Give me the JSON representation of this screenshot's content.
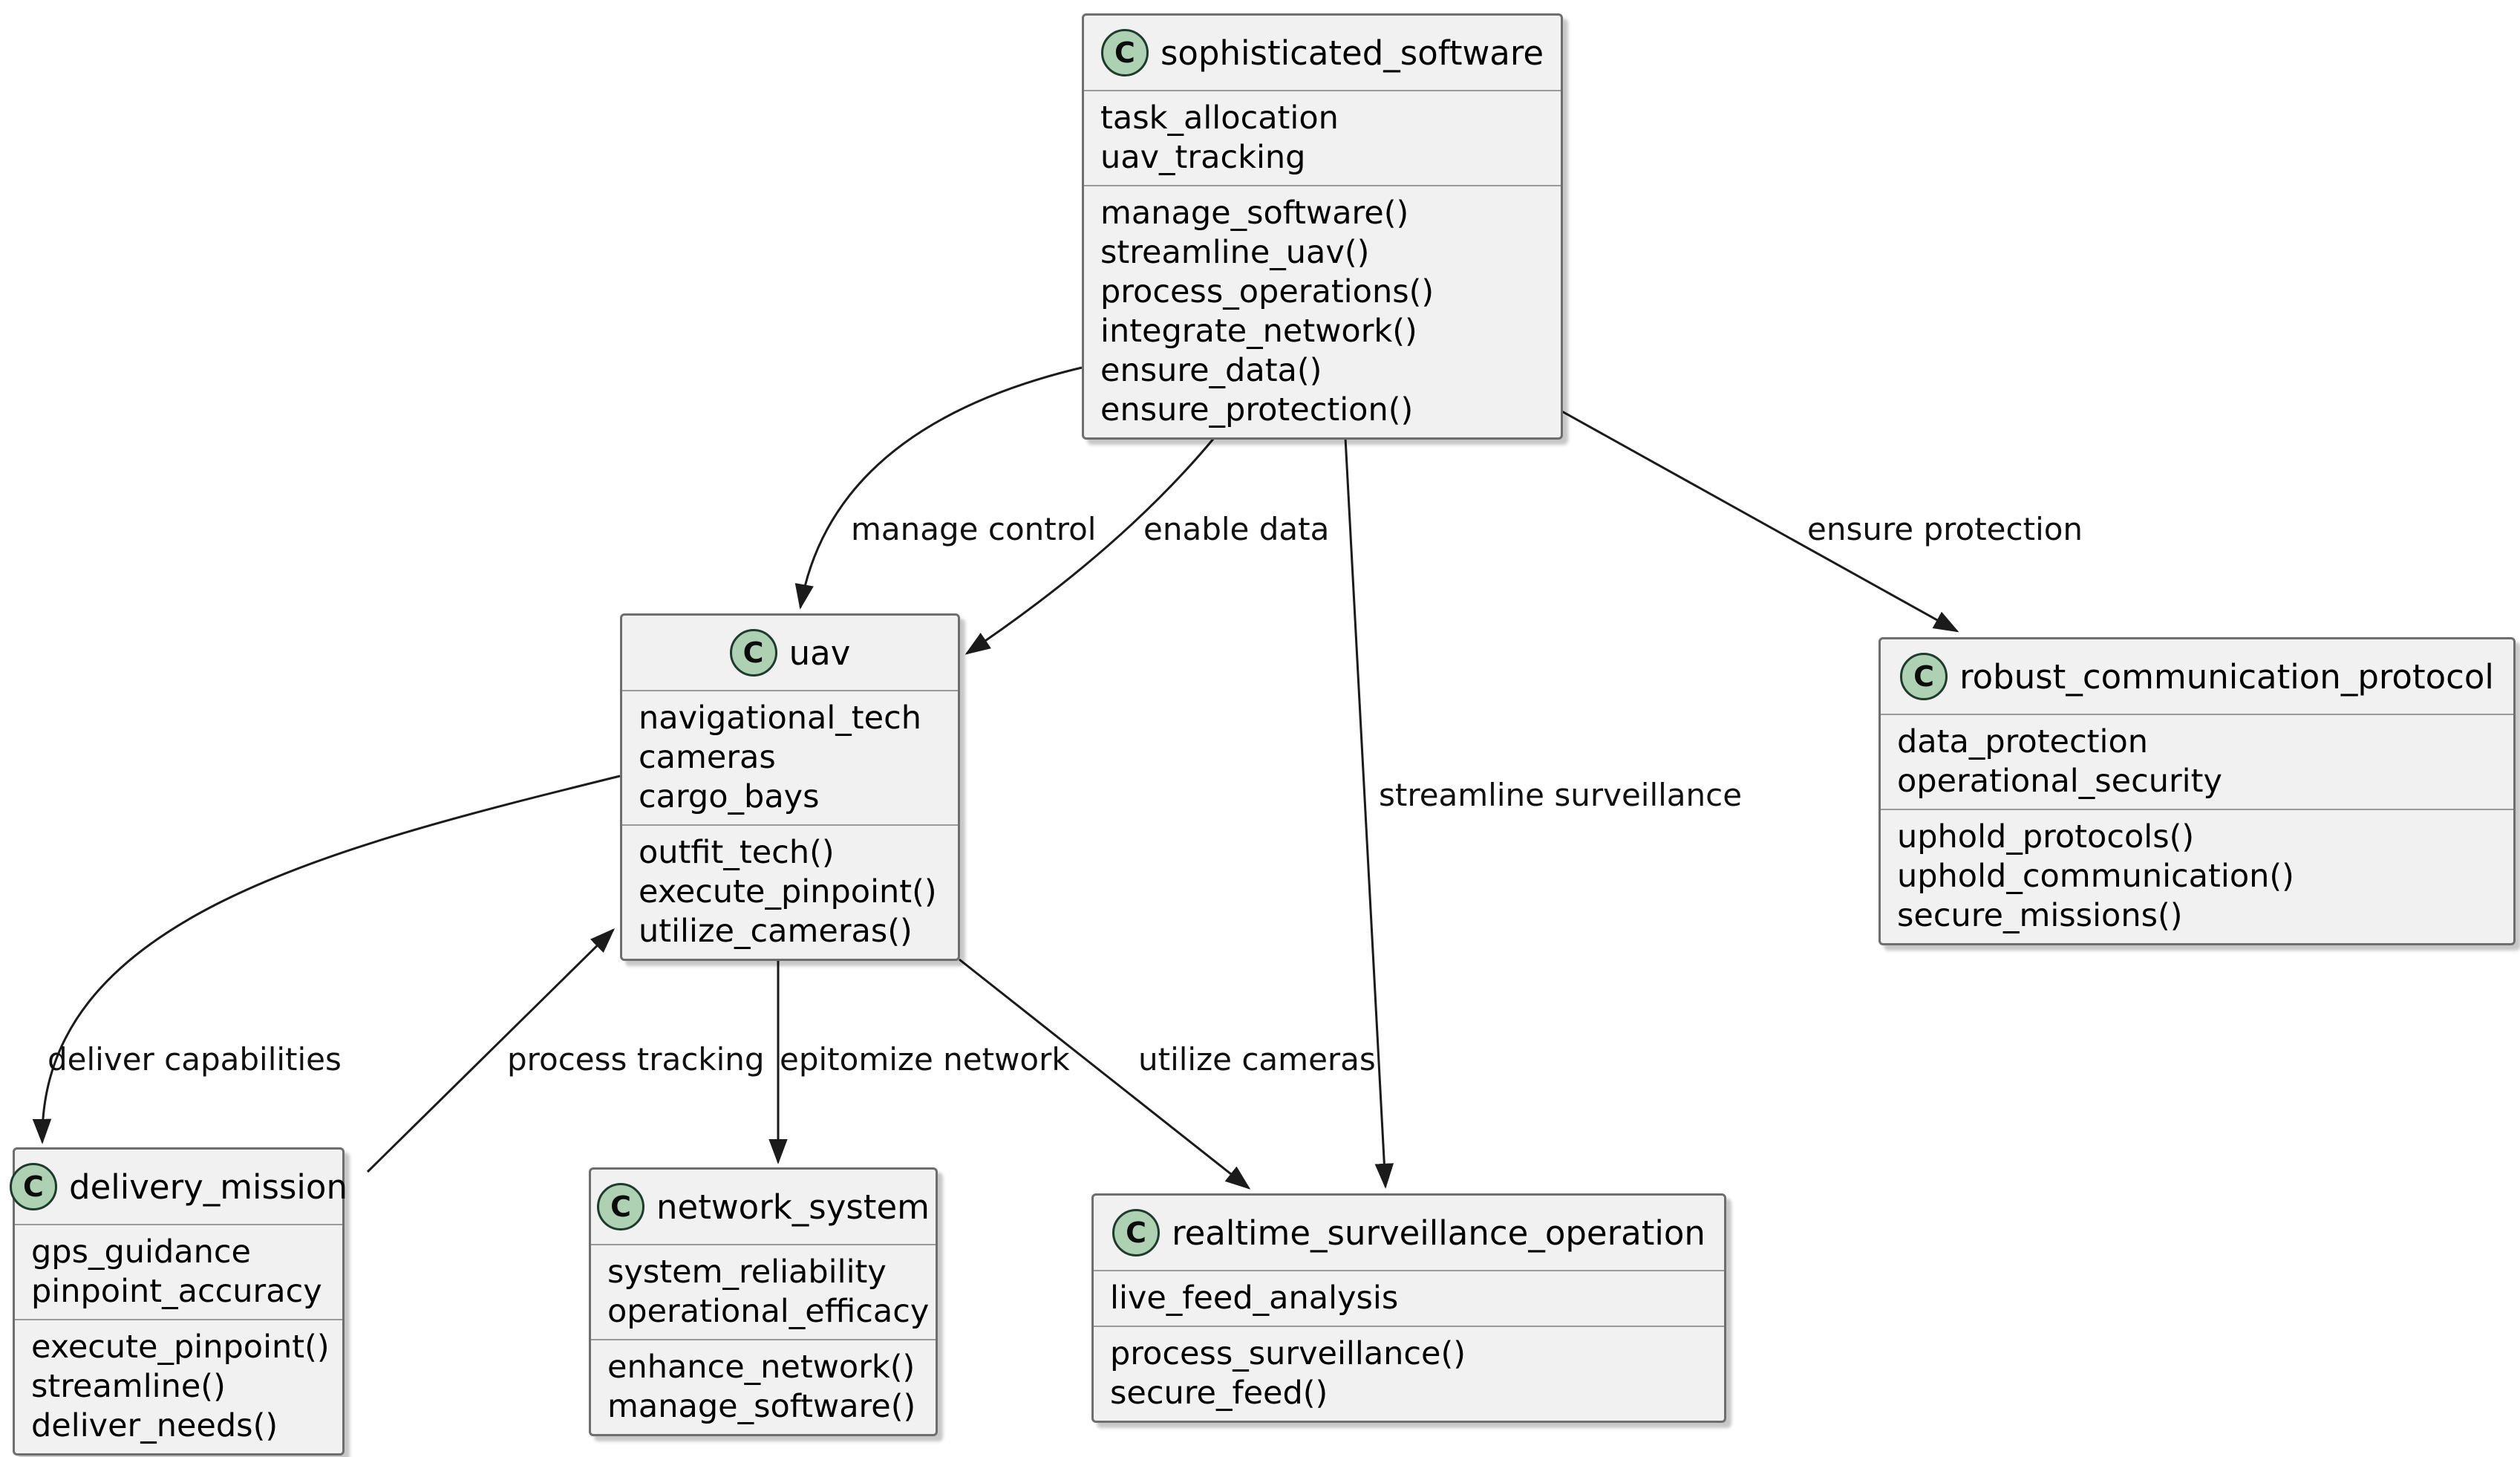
{
  "diagram": {
    "type": "uml-class-diagram",
    "stereotype_letter": "C",
    "colors": {
      "class_fill": "#f1f1f1",
      "class_border": "#6e6e6e",
      "compartment_divider": "#9a9a9a",
      "stereotype_circle_fill": "#add1b2",
      "stereotype_circle_border": "#1f3b2c",
      "edge": "#1b1b1b",
      "background": "#ffffff",
      "text": "#000000"
    },
    "classes": [
      {
        "name": "sophisticated_software",
        "attributes": [
          "task_allocation",
          "uav_tracking"
        ],
        "methods": [
          "manage_software()",
          "streamline_uav()",
          "process_operations()",
          "integrate_network()",
          "ensure_data()",
          "ensure_protection()"
        ]
      },
      {
        "name": "uav",
        "attributes": [
          "navigational_tech",
          "cameras",
          "cargo_bays"
        ],
        "methods": [
          "outfit_tech()",
          "execute_pinpoint()",
          "utilize_cameras()"
        ]
      },
      {
        "name": "robust_communication_protocol",
        "attributes": [
          "data_protection",
          "operational_security"
        ],
        "methods": [
          "uphold_protocols()",
          "uphold_communication()",
          "secure_missions()"
        ]
      },
      {
        "name": "delivery_mission",
        "attributes": [
          "gps_guidance",
          "pinpoint_accuracy"
        ],
        "methods": [
          "execute_pinpoint()",
          "streamline()",
          "deliver_needs()"
        ]
      },
      {
        "name": "network_system",
        "attributes": [
          "system_reliability",
          "operational_efficacy"
        ],
        "methods": [
          "enhance_network()",
          "manage_software()"
        ]
      },
      {
        "name": "realtime_surveillance_operation",
        "attributes": [
          "live_feed_analysis"
        ],
        "methods": [
          "process_surveillance()",
          "secure_feed()"
        ]
      }
    ],
    "edges": [
      {
        "from": "sophisticated_software",
        "to": "uav",
        "label": "manage control"
      },
      {
        "from": "sophisticated_software",
        "to": "uav",
        "label": "enable data"
      },
      {
        "from": "sophisticated_software",
        "to": "robust_communication_protocol",
        "label": "ensure protection"
      },
      {
        "from": "sophisticated_software",
        "to": "realtime_surveillance_operation",
        "label": "streamline surveillance"
      },
      {
        "from": "uav",
        "to": "delivery_mission",
        "label": "deliver capabilities"
      },
      {
        "from": "delivery_mission",
        "to": "uav",
        "label": "process tracking"
      },
      {
        "from": "uav",
        "to": "network_system",
        "label": "epitomize network"
      },
      {
        "from": "uav",
        "to": "realtime_surveillance_operation",
        "label": "utilize cameras"
      }
    ]
  }
}
